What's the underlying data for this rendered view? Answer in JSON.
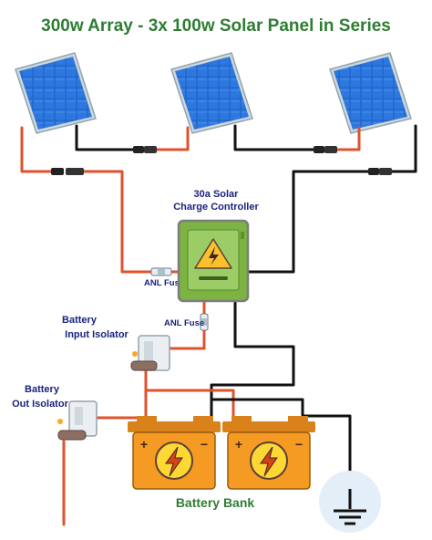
{
  "title": "300w Array - 3x 100w Solar Panel in Series",
  "charge_controller": {
    "line1": "30a Solar",
    "line2": "Charge Controller"
  },
  "anl_fuse_array": "ANL Fuse",
  "anl_fuse_battery": "ANL Fuse",
  "battery_input_isolator": {
    "line1": "Battery",
    "line2": "Input Isolator"
  },
  "battery_out_isolator": {
    "line1": "Battery",
    "line2": "Out Isolator"
  },
  "battery_bank": "Battery Bank",
  "battery_terminals": {
    "positive": "+",
    "negative": "−"
  },
  "colors": {
    "title": "#2e7d32",
    "label": "#1a237e",
    "positive_wire": "#e0522c",
    "negative_wire": "#111111",
    "battery_body": "#f59a23",
    "controller_body": "#7cb342",
    "panel_cell": "#1f5fbf"
  },
  "icons": [
    "solar-panel-icon",
    "lightning-bolt-icon",
    "ground-symbol-icon",
    "battery-isolator-switch-icon",
    "fuse-icon",
    "mc4-connector-icon"
  ]
}
